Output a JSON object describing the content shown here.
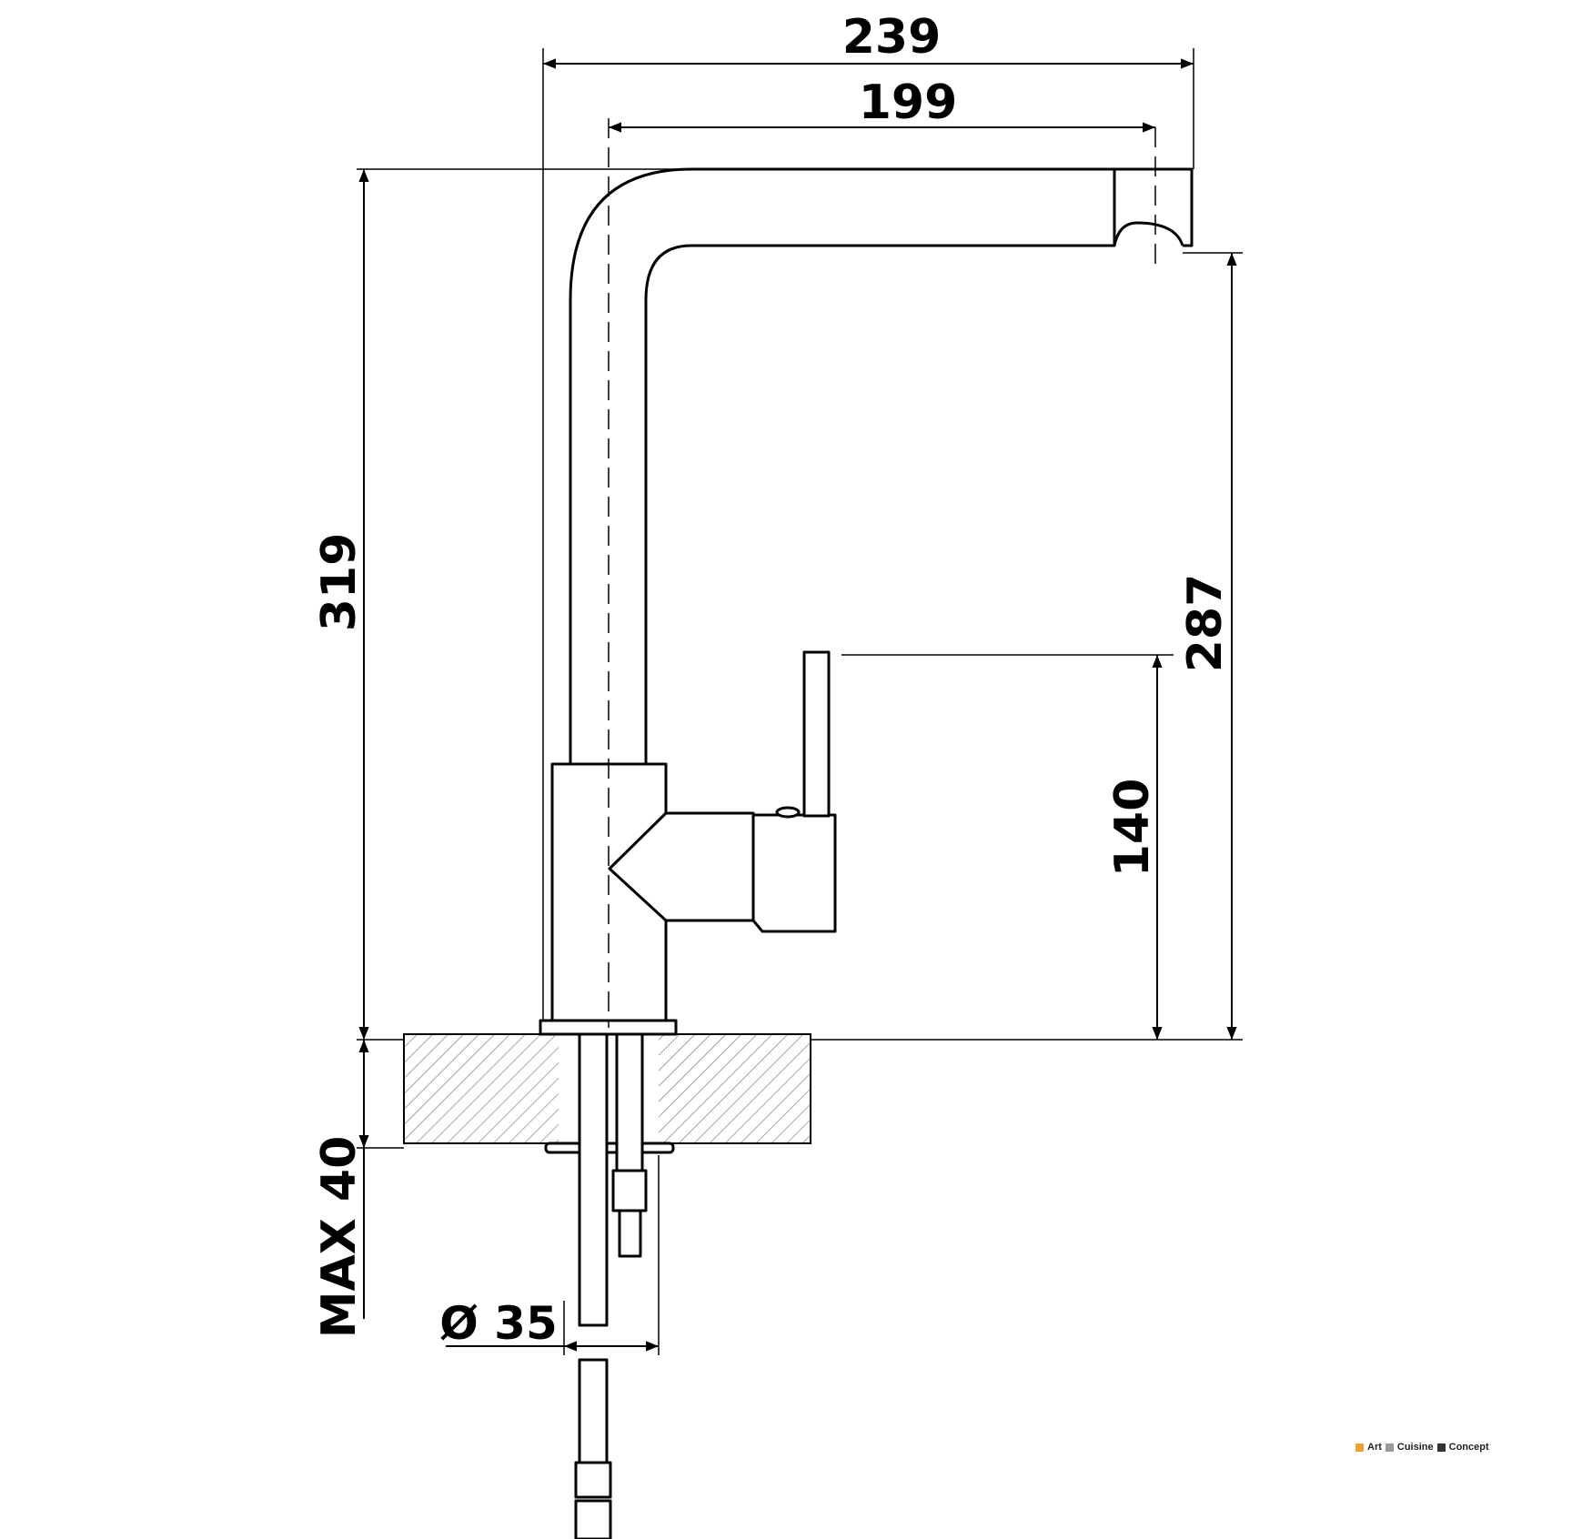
{
  "dimensions": {
    "total_width": "239",
    "spout_reach": "199",
    "total_height": "319",
    "spout_height": "287",
    "handle_height": "140",
    "max_thickness": "MAX 40",
    "hole_diameter": "Ø 35"
  },
  "logo": {
    "words": [
      "Art",
      "Cuisine",
      "Concept"
    ],
    "colors": [
      "#f0a030",
      "#999999",
      "#333333"
    ]
  }
}
